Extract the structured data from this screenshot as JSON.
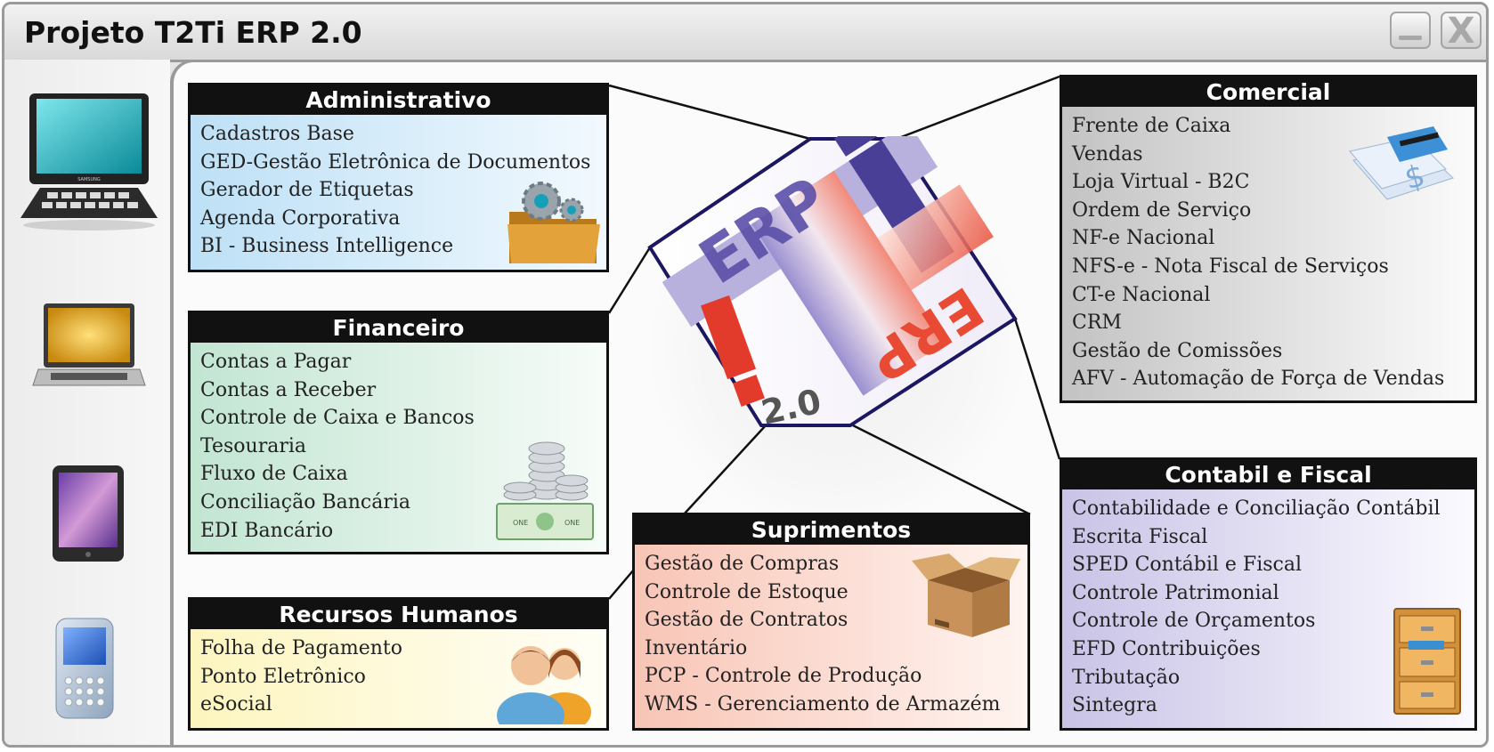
{
  "window": {
    "title": "Projeto T2Ti ERP 2.0",
    "minimize_label": "",
    "close_label": "X"
  },
  "logo": {
    "text_erp": "ERP",
    "text_t": "T",
    "text_i": "i",
    "text_version": "2.0"
  },
  "modules": {
    "administrativo": {
      "title": "Administrativo",
      "items": [
        "Cadastros Base",
        "GED-Gestão Eletrônica de Documentos",
        "Gerador de Etiquetas",
        "Agenda Corporativa",
        "BI - Business Intelligence"
      ]
    },
    "financeiro": {
      "title": "Financeiro",
      "items": [
        "Contas a Pagar",
        "Contas a Receber",
        "Controle de Caixa e Bancos",
        "Tesouraria",
        "Fluxo de Caixa",
        "Conciliação Bancária",
        "EDI Bancário"
      ]
    },
    "recursos_humanos": {
      "title": "Recursos Humanos",
      "items": [
        "Folha de Pagamento",
        "Ponto Eletrônico",
        "eSocial"
      ]
    },
    "suprimentos": {
      "title": "Suprimentos",
      "items": [
        "Gestão de Compras",
        "Controle de Estoque",
        "Gestão de Contratos",
        "Inventário",
        "PCP - Controle de Produção",
        "WMS - Gerenciamento de Armazém"
      ]
    },
    "comercial": {
      "title": "Comercial",
      "items": [
        "Frente de Caixa",
        "Vendas",
        "Loja Virtual - B2C",
        "Ordem de Serviço",
        "NF-e Nacional",
        "NFS-e - Nota Fiscal de Serviços",
        "CT-e Nacional",
        "CRM",
        "Gestão de Comissões",
        "AFV - Automação de Força de Vendas"
      ]
    },
    "contabil_fiscal": {
      "title": "Contabil e Fiscal",
      "items": [
        "Contabilidade e Conciliação Contábil",
        "Escrita Fiscal",
        "SPED Contábil e Fiscal",
        "Controle Patrimonial",
        "Controle de Orçamentos",
        "EFD Contribuições",
        "Tributação",
        "Sintegra"
      ]
    }
  },
  "icons": {
    "devices": [
      "desktop-monitor-icon",
      "laptop-icon",
      "tablet-icon",
      "smartphone-icon"
    ],
    "administrativo": "folder-gears-icon",
    "financeiro": "coins-banknotes-icon",
    "recursos_humanos": "users-icon",
    "suprimentos": "cardboard-box-icon",
    "comercial": "credit-card-receipt-icon",
    "contabil_fiscal": "file-cabinet-icon"
  },
  "device_brand": "SAMSUNG",
  "money_labels": {
    "left": "ONE",
    "right": "ONE"
  },
  "colors": {
    "box_header": "#111111",
    "administrativo_bg": "#bde0f6",
    "financeiro_bg": "#c2e5d2",
    "recursos_humanos_bg": "#fdf5bf",
    "suprimentos_bg": "#f8c5b6",
    "comercial_bg": "#c3c3c3",
    "contabil_bg": "#c9c3e6",
    "logo_border": "#1c1763",
    "logo_blue": "#4a3f97",
    "logo_red": "#e23b2c"
  }
}
